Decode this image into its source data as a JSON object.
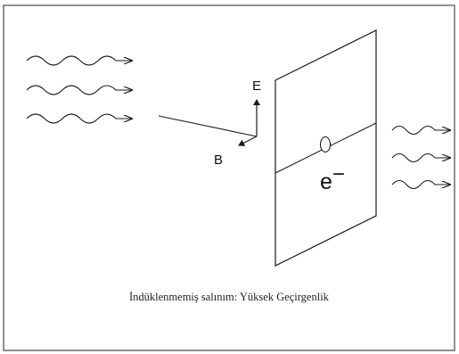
{
  "diagram": {
    "labels": {
      "e_field": "E",
      "b_field": "B",
      "electron": "e",
      "electron_superscript": "−"
    },
    "caption": "İndüklenmemiş salınım: Yüksek Geçirgenlik"
  },
  "colors": {
    "line": "#1a1a1a",
    "border": "#555555",
    "background": "#ffffff"
  },
  "icons": {
    "incoming_waves": "wavy-arrow-icon",
    "outgoing_waves": "wavy-arrow-icon",
    "e_arrow": "arrow-up-icon",
    "b_arrow": "arrow-diagonal-icon"
  }
}
